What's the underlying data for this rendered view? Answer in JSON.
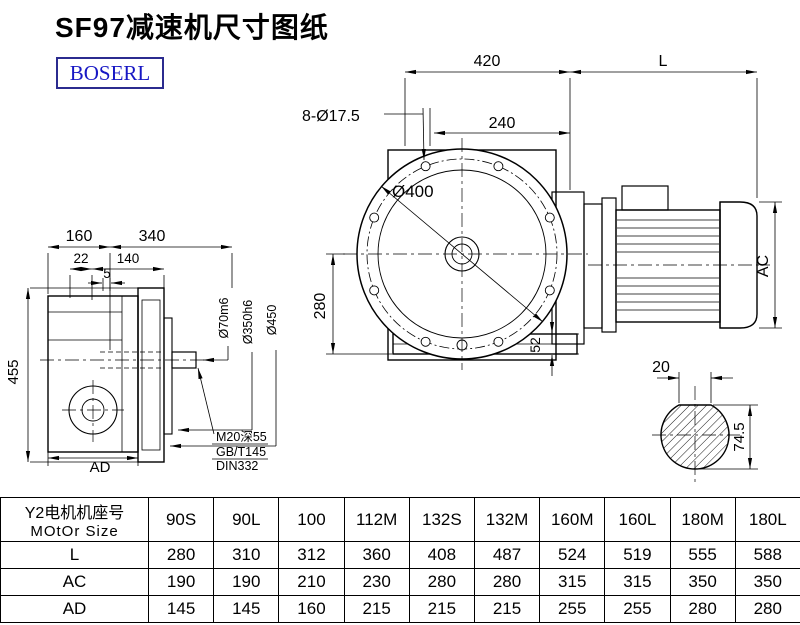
{
  "page": {
    "title": "SF97减速机尺寸图纸",
    "logo": "BOSERL"
  },
  "drawing": {
    "d420": "420",
    "dL": "L",
    "bolt": "8-Ø17.5",
    "d240": "240",
    "d400": "Ø400",
    "d280": "280",
    "d52": "52",
    "ac": "AC",
    "d160": "160",
    "d340": "340",
    "d22": "22",
    "d140": "140",
    "d5": "5",
    "shaft": "Ø70m6",
    "spigot": "Ø350h6",
    "flange": "Ø450",
    "d455": "455",
    "ad": "AD",
    "tap1": "M20深55",
    "tap2": "GB/T145",
    "tap3": "DIN332",
    "key20": "20",
    "key745": "74.5"
  },
  "table": {
    "header_line1": "Y2电机机座号",
    "header_line2": "MOtOr Size",
    "columns": [
      "90S",
      "90L",
      "100",
      "112M",
      "132S",
      "132M",
      "160M",
      "160L",
      "180M",
      "180L"
    ],
    "rows": [
      {
        "label": "L",
        "values": [
          "280",
          "310",
          "312",
          "360",
          "408",
          "487",
          "524",
          "519",
          "555",
          "588"
        ]
      },
      {
        "label": "AC",
        "values": [
          "190",
          "190",
          "210",
          "230",
          "280",
          "280",
          "315",
          "315",
          "350",
          "350"
        ]
      },
      {
        "label": "AD",
        "values": [
          "145",
          "145",
          "160",
          "215",
          "215",
          "215",
          "255",
          "255",
          "280",
          "280"
        ]
      }
    ]
  }
}
